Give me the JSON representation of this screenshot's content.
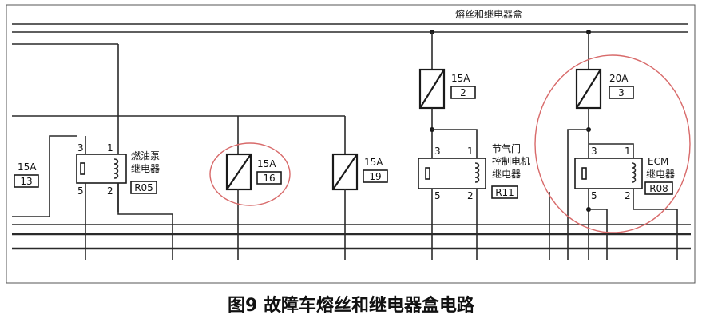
{
  "header": {
    "title": "熔丝和继电器盒"
  },
  "caption": "图9 故障车熔丝和继电器盒电路",
  "fuses": [
    {
      "id": "fuse-13",
      "rating": "15A",
      "number": "13"
    },
    {
      "id": "fuse-16",
      "rating": "15A",
      "number": "16"
    },
    {
      "id": "fuse-19",
      "rating": "15A",
      "number": "19"
    },
    {
      "id": "fuse-2",
      "rating": "15A",
      "number": "2"
    },
    {
      "id": "fuse-3",
      "rating": "20A",
      "number": "3"
    }
  ],
  "relays": [
    {
      "id": "relay-r05",
      "name_line1": "燃油泵",
      "name_line2": "继电器",
      "name_line3": "",
      "code": "R05",
      "pins": {
        "top_left": "3",
        "top_right": "1",
        "bottom_left": "5",
        "bottom_right": "2"
      }
    },
    {
      "id": "relay-r11",
      "name_line1": "节气门",
      "name_line2": "控制电机",
      "name_line3": "继电器",
      "code": "R11",
      "pins": {
        "top_left": "3",
        "top_right": "1",
        "bottom_left": "5",
        "bottom_right": "2"
      }
    },
    {
      "id": "relay-r08",
      "name_line1": "ECM",
      "name_line2": "继电器",
      "name_line3": "",
      "code": "R08",
      "pins": {
        "top_left": "3",
        "top_right": "1",
        "bottom_left": "5",
        "bottom_right": "2"
      }
    }
  ],
  "highlight_color": "#d86a6a"
}
